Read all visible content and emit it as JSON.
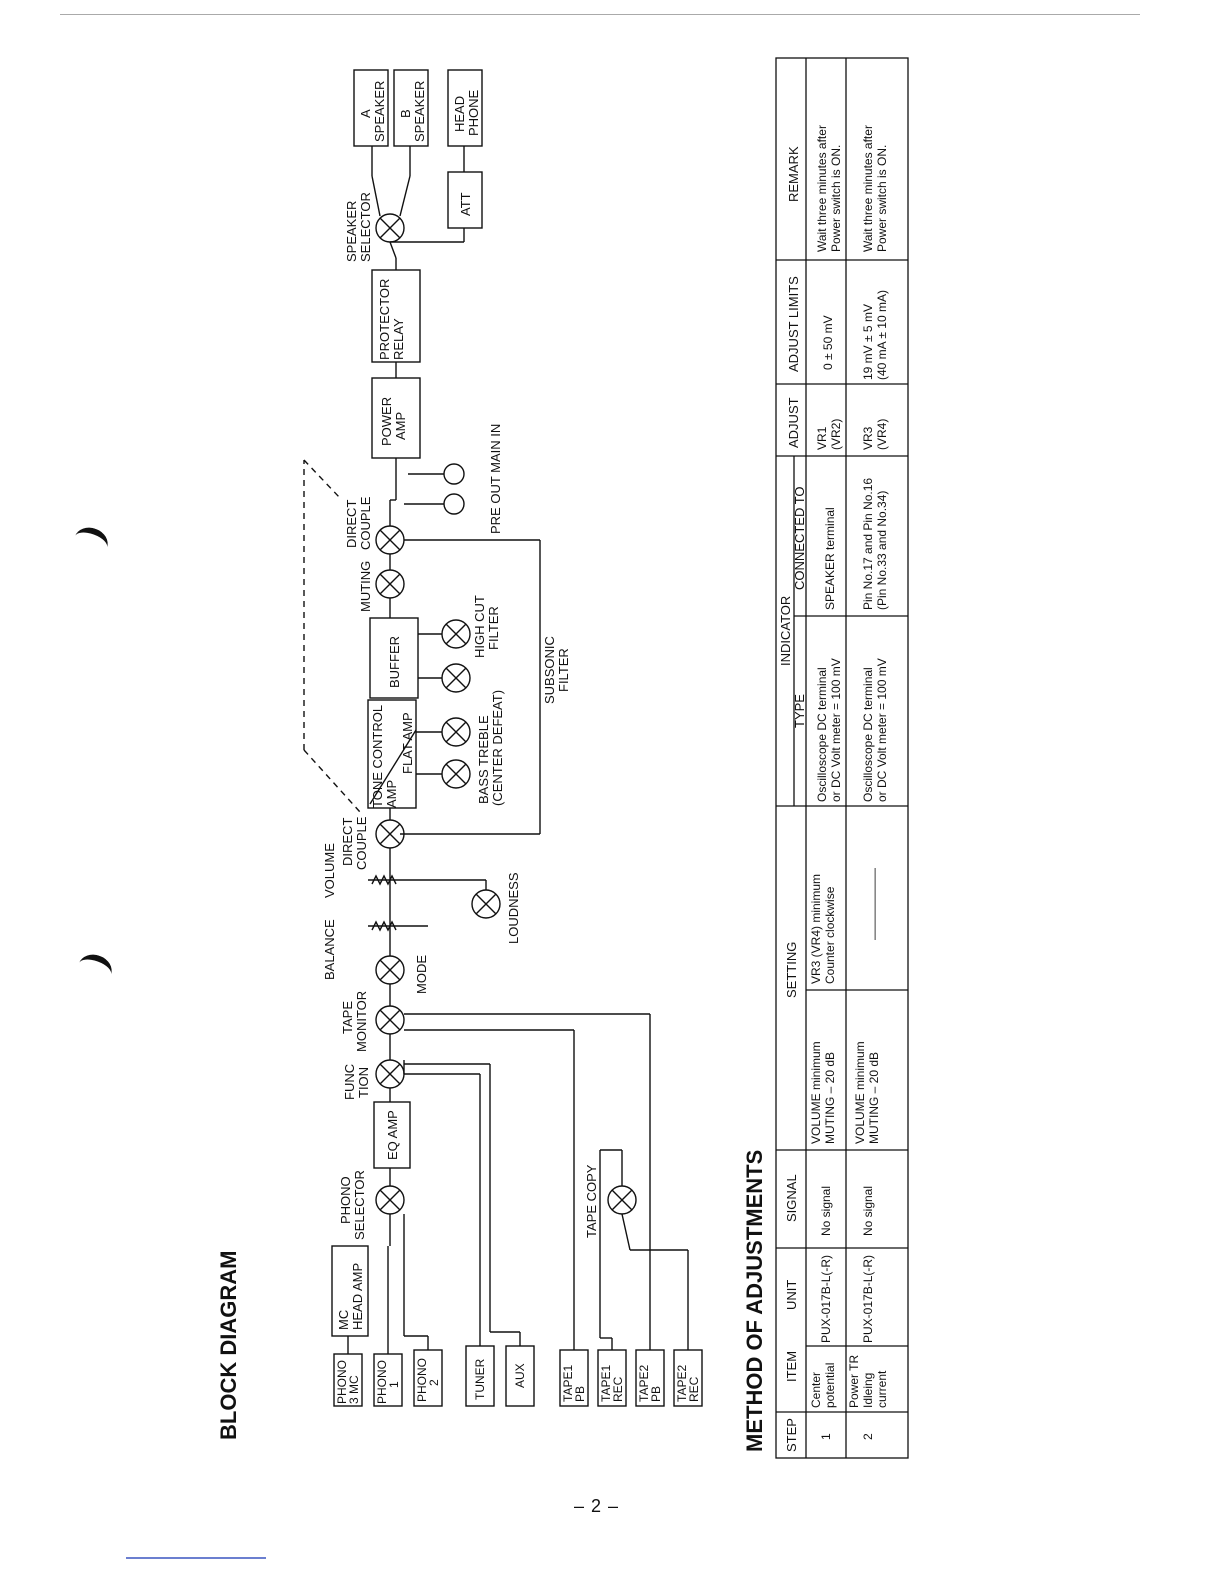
{
  "block_diagram": {
    "title": "BLOCK DIAGRAM",
    "inputs": {
      "phono3mc": [
        "PHONO",
        "3 MC"
      ],
      "phono1": [
        "PHONO",
        "1"
      ],
      "phono2": [
        "PHONO",
        "2"
      ],
      "tuner": "TUNER",
      "aux": "AUX",
      "tape1pb": [
        "TAPE1",
        "PB"
      ],
      "tape1rec": [
        "TAPE1",
        "REC"
      ],
      "tape2pb": [
        "TAPE2",
        "PB"
      ],
      "tape2rec": [
        "TAPE2",
        "REC"
      ]
    },
    "blocks": {
      "mc_head_amp": [
        "MC",
        "HEAD AMP"
      ],
      "eq_amp": "EQ AMP",
      "tone_control": "TONE CONTROL",
      "tone_amp": "AMP",
      "flat_amp": "FLAT AMP",
      "buffer": "BUFFER",
      "power_amp": [
        "POWER",
        "AMP"
      ],
      "protector_relay": [
        "PROTECTOR",
        "RELAY"
      ],
      "att": "ATT",
      "a_speaker": [
        "A",
        "SPEAKER"
      ],
      "b_speaker": [
        "B",
        "SPEAKER"
      ],
      "headphone": [
        "HEAD",
        "PHONE"
      ]
    },
    "switches": {
      "phono_selector": [
        "PHONO",
        "SELECTOR"
      ],
      "function": [
        "FUNC",
        "TION"
      ],
      "tape_monitor": [
        "TAPE",
        "MONITOR"
      ],
      "mode": "MODE",
      "balance": "BALANCE",
      "volume": "VOLUME",
      "direct_couple_1": [
        "DIRECT",
        "COUPLE"
      ],
      "loudness": "LOUDNESS",
      "tape_copy": "TAPE COPY",
      "bass_treble": [
        "BASS  TREBLE",
        "(CENTER DEFEAT)"
      ],
      "high_cut": [
        "HIGH CUT",
        "FILTER"
      ],
      "subsonic": [
        "SUBSONIC",
        "FILTER"
      ],
      "muting": "MUTING",
      "direct_couple_2": [
        "DIRECT",
        "COUPLE"
      ],
      "pre_out_main_in": "PRE OUT MAIN IN",
      "speaker_selector": [
        "SPEAKER",
        "SELECTOR"
      ]
    }
  },
  "adjustments": {
    "title": "METHOD OF ADJUSTMENTS",
    "headers": {
      "step": "STEP",
      "item": "ITEM",
      "unit": "UNIT",
      "signal": "SIGNAL",
      "setting": "SETTING",
      "indicator": "INDICATOR",
      "type": "TYPE",
      "connected_to": "CONNECTED TO",
      "adjust": "ADJUST",
      "adjust_limits": "ADJUST LIMITS",
      "remark": "REMARK"
    },
    "rows": [
      {
        "step": "1",
        "item": [
          "Center",
          "potential"
        ],
        "unit": "PUX-017B-L(-R)",
        "signal": "No signal",
        "setting1": [
          "VOLUME minimum",
          "MUTING  – 20 dB"
        ],
        "setting2": [
          "VR3 (VR4) minimum",
          "Counter clockwise"
        ],
        "type": [
          "Oscilloscope DC terminal",
          "or DC Volt meter = 100 mV"
        ],
        "connected": [
          "SPEAKER terminal"
        ],
        "adjust": [
          "VR1",
          "(VR2)"
        ],
        "limits": [
          "0 ± 50 mV"
        ],
        "remark": [
          "Wait three minutes after",
          "Power switch is ON."
        ]
      },
      {
        "step": "2",
        "item": [
          "Power TR",
          "Idleing",
          "current"
        ],
        "unit": "PUX-017B-L(-R)",
        "signal": "No signal",
        "setting1": [
          "VOLUME minimum",
          "MUTING  – 20 dB"
        ],
        "setting2": [
          "——————"
        ],
        "type": [
          "Oscilloscope DC terminal",
          "or DC Volt meter = 100 mV"
        ],
        "connected": [
          "Pin No.17 and Pin No.16",
          "(Pin No.33 and No.34)"
        ],
        "adjust": [
          "VR3",
          "(VR4)"
        ],
        "limits": [
          "19 mV ± 5 mV",
          "(40 mA ± 10 mA)"
        ],
        "remark": [
          "Wait three minutes after",
          "Power switch is ON."
        ]
      }
    ]
  },
  "page_number": "– 2 –"
}
